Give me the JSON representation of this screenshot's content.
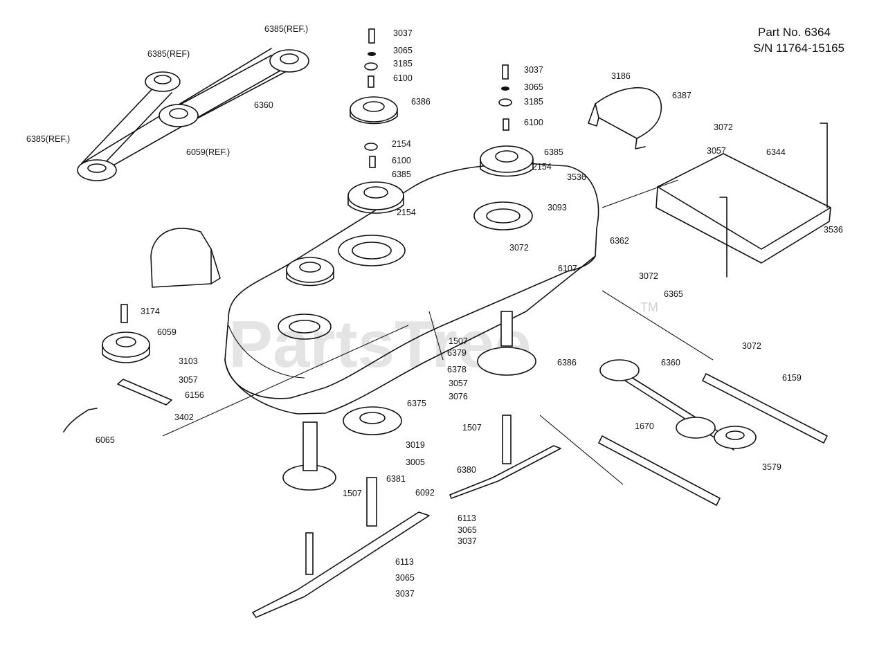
{
  "header": {
    "part_no": "Part No. 6364",
    "serial": "S/N 11764-15165"
  },
  "watermark": {
    "text": "PartsTree",
    "trademark": "TM"
  },
  "callouts": [
    "6385(REF.)",
    "6385(REF)",
    "6360",
    "6385(REF.)",
    "6059(REF.)",
    "3037",
    "3065",
    "3185",
    "6100",
    "6386",
    "2154",
    "6100",
    "6385",
    "2154",
    "3037",
    "3065",
    "3185",
    "6100",
    "6385",
    "2154",
    "3536",
    "3093",
    "3186",
    "6387",
    "3072",
    "3057",
    "6344",
    "3536",
    "6362",
    "3072",
    "6107",
    "3072",
    "6365",
    "3174",
    "6059",
    "3103",
    "3057",
    "6156",
    "3402",
    "6065",
    "1507",
    "6379",
    "6378",
    "3057",
    "3076",
    "6375",
    "3019",
    "3005",
    "1507",
    "6381",
    "1507",
    "6380",
    "6092",
    "6113",
    "3065",
    "3037",
    "6113",
    "3065",
    "3037",
    "6386",
    "6360",
    "3072",
    "6159",
    "1670",
    "3579"
  ]
}
